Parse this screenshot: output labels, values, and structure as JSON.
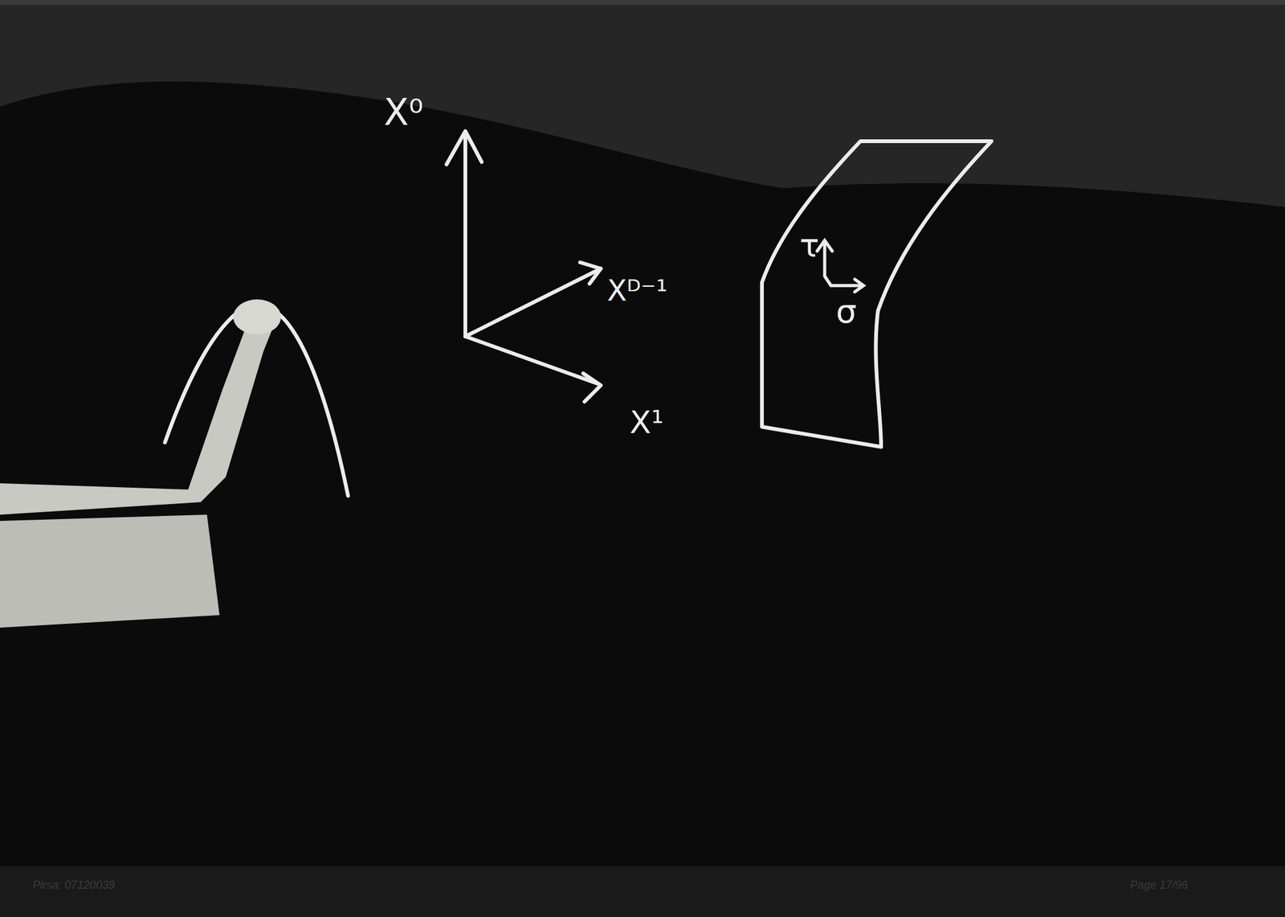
{
  "diagram": {
    "nodes": [
      {
        "text": [
          "τ",
          "σ"
        ]
      }
    ],
    "edges": [],
    "labels": [
      "X⁰",
      "Xᴰ⁻¹",
      "X¹",
      "Pirsa: 07120039",
      "Page 17/96"
    ]
  }
}
